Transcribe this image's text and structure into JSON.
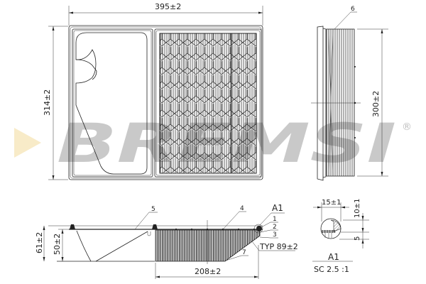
{
  "drawing": {
    "subject": "air filter technical drawing",
    "views": {
      "top_view": {
        "width_dimension": "395±2",
        "height_dimension": "314±2"
      },
      "side_view": {
        "height_dimension": "300±2",
        "callout": "6"
      },
      "front_section": {
        "height_outer": "61±2",
        "height_inner": "50±2",
        "media_width": "208±2",
        "angle_note": "TYP 89±2",
        "callouts": [
          "1",
          "2",
          "3",
          "4",
          "5",
          "7"
        ],
        "detail_ref": "A1"
      },
      "detail_A1": {
        "width_dimension": "15±1",
        "height_dimension": "10±1",
        "small_dimension": "5",
        "title": "A1",
        "scale": "SC 2.5 :1"
      }
    }
  },
  "watermark": {
    "brand": "BREMSI",
    "registered": "®",
    "color": "#c9c9c9",
    "triangle_color": "#f8ebc8"
  }
}
